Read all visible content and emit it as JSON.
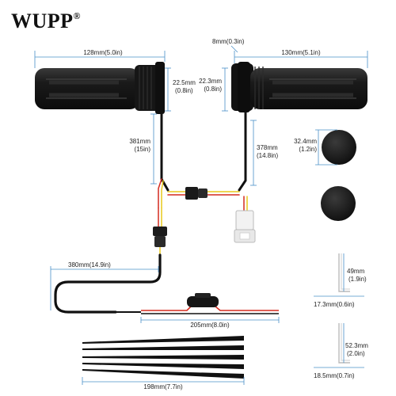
{
  "brand": {
    "name": "WUPP",
    "mark": "®"
  },
  "dimensions": {
    "left_grip_length": "128mm(5.0in)",
    "right_grip_length": "130mm(5.1in)",
    "throttle_offset": "8mm(0.3in)",
    "left_grip_dia_mm": "22.5mm",
    "left_grip_dia_in": "(0.8in)",
    "right_grip_dia_mm": "22.3mm",
    "right_grip_dia_in": "(0.8in)",
    "left_cable_mm": "381mm",
    "left_cable_in": "(15in)",
    "right_cable_mm": "378mm",
    "right_cable_in": "(14.8in)",
    "cap_dia_mm": "32.4mm",
    "cap_dia_in": "(1.2in)",
    "main_cable": "380mm(14.9in)",
    "fuse_cable": "205mm(8.0in)",
    "tie_length": "198mm(7.7in)",
    "bracket1_h_mm": "49mm",
    "bracket1_h_in": "(1.9in)",
    "bracket1_w": "17.3mm(0.6in)",
    "bracket2_h_mm": "52.3mm",
    "bracket2_h_in": "(2.0in)",
    "bracket2_w": "18.5mm(0.7in)"
  },
  "colors": {
    "dim_line": "#4a90c8",
    "grip": "#1b1b1b",
    "wire_red": "#d42a1e",
    "wire_yellow": "#e8c81a"
  }
}
